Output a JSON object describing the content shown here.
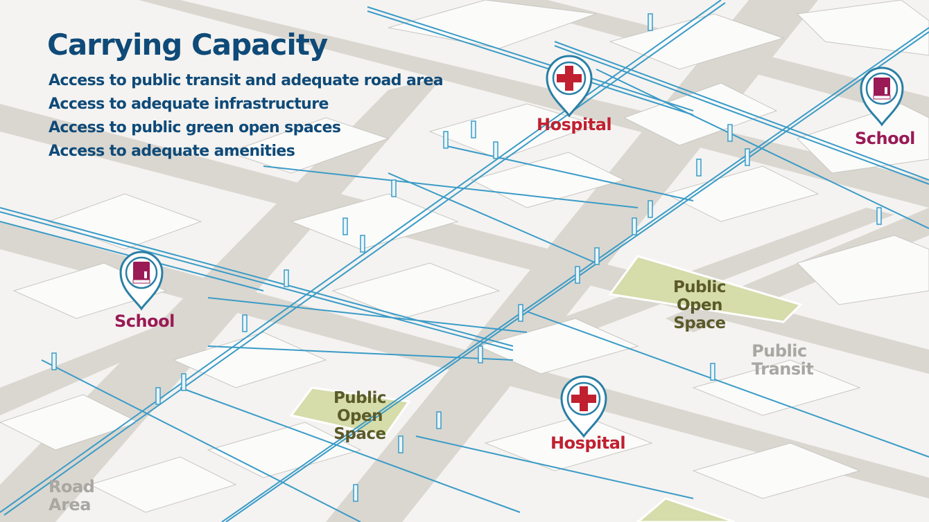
{
  "title": "Carrying Capacity",
  "criteria": [
    "Access to public transit and adequate road area",
    "Access to adequate infrastructure",
    "Access to public green open spaces",
    "Access to adequate amenities"
  ],
  "markers": {
    "hospital_top": "Hospital",
    "hospital_bottom": "Hospital",
    "school_left": "School",
    "school_right": "School"
  },
  "areas": {
    "open_space_1": [
      "Public Open",
      "Space"
    ],
    "open_space_2": [
      "Public Open",
      "Space"
    ],
    "transit": [
      "Public",
      "Transit"
    ],
    "road": [
      "Road",
      "Area"
    ]
  },
  "icons": [
    "hospital-pin-icon",
    "school-pin-icon"
  ],
  "colors": {
    "title": "#0f4a78",
    "hospital": "#c0202f",
    "school": "#9a1a55",
    "pin_outline": "#2a7fa5",
    "pipes": "#3a9bc7",
    "road": "#dad7d0",
    "green_space": "#d6dcaa"
  }
}
